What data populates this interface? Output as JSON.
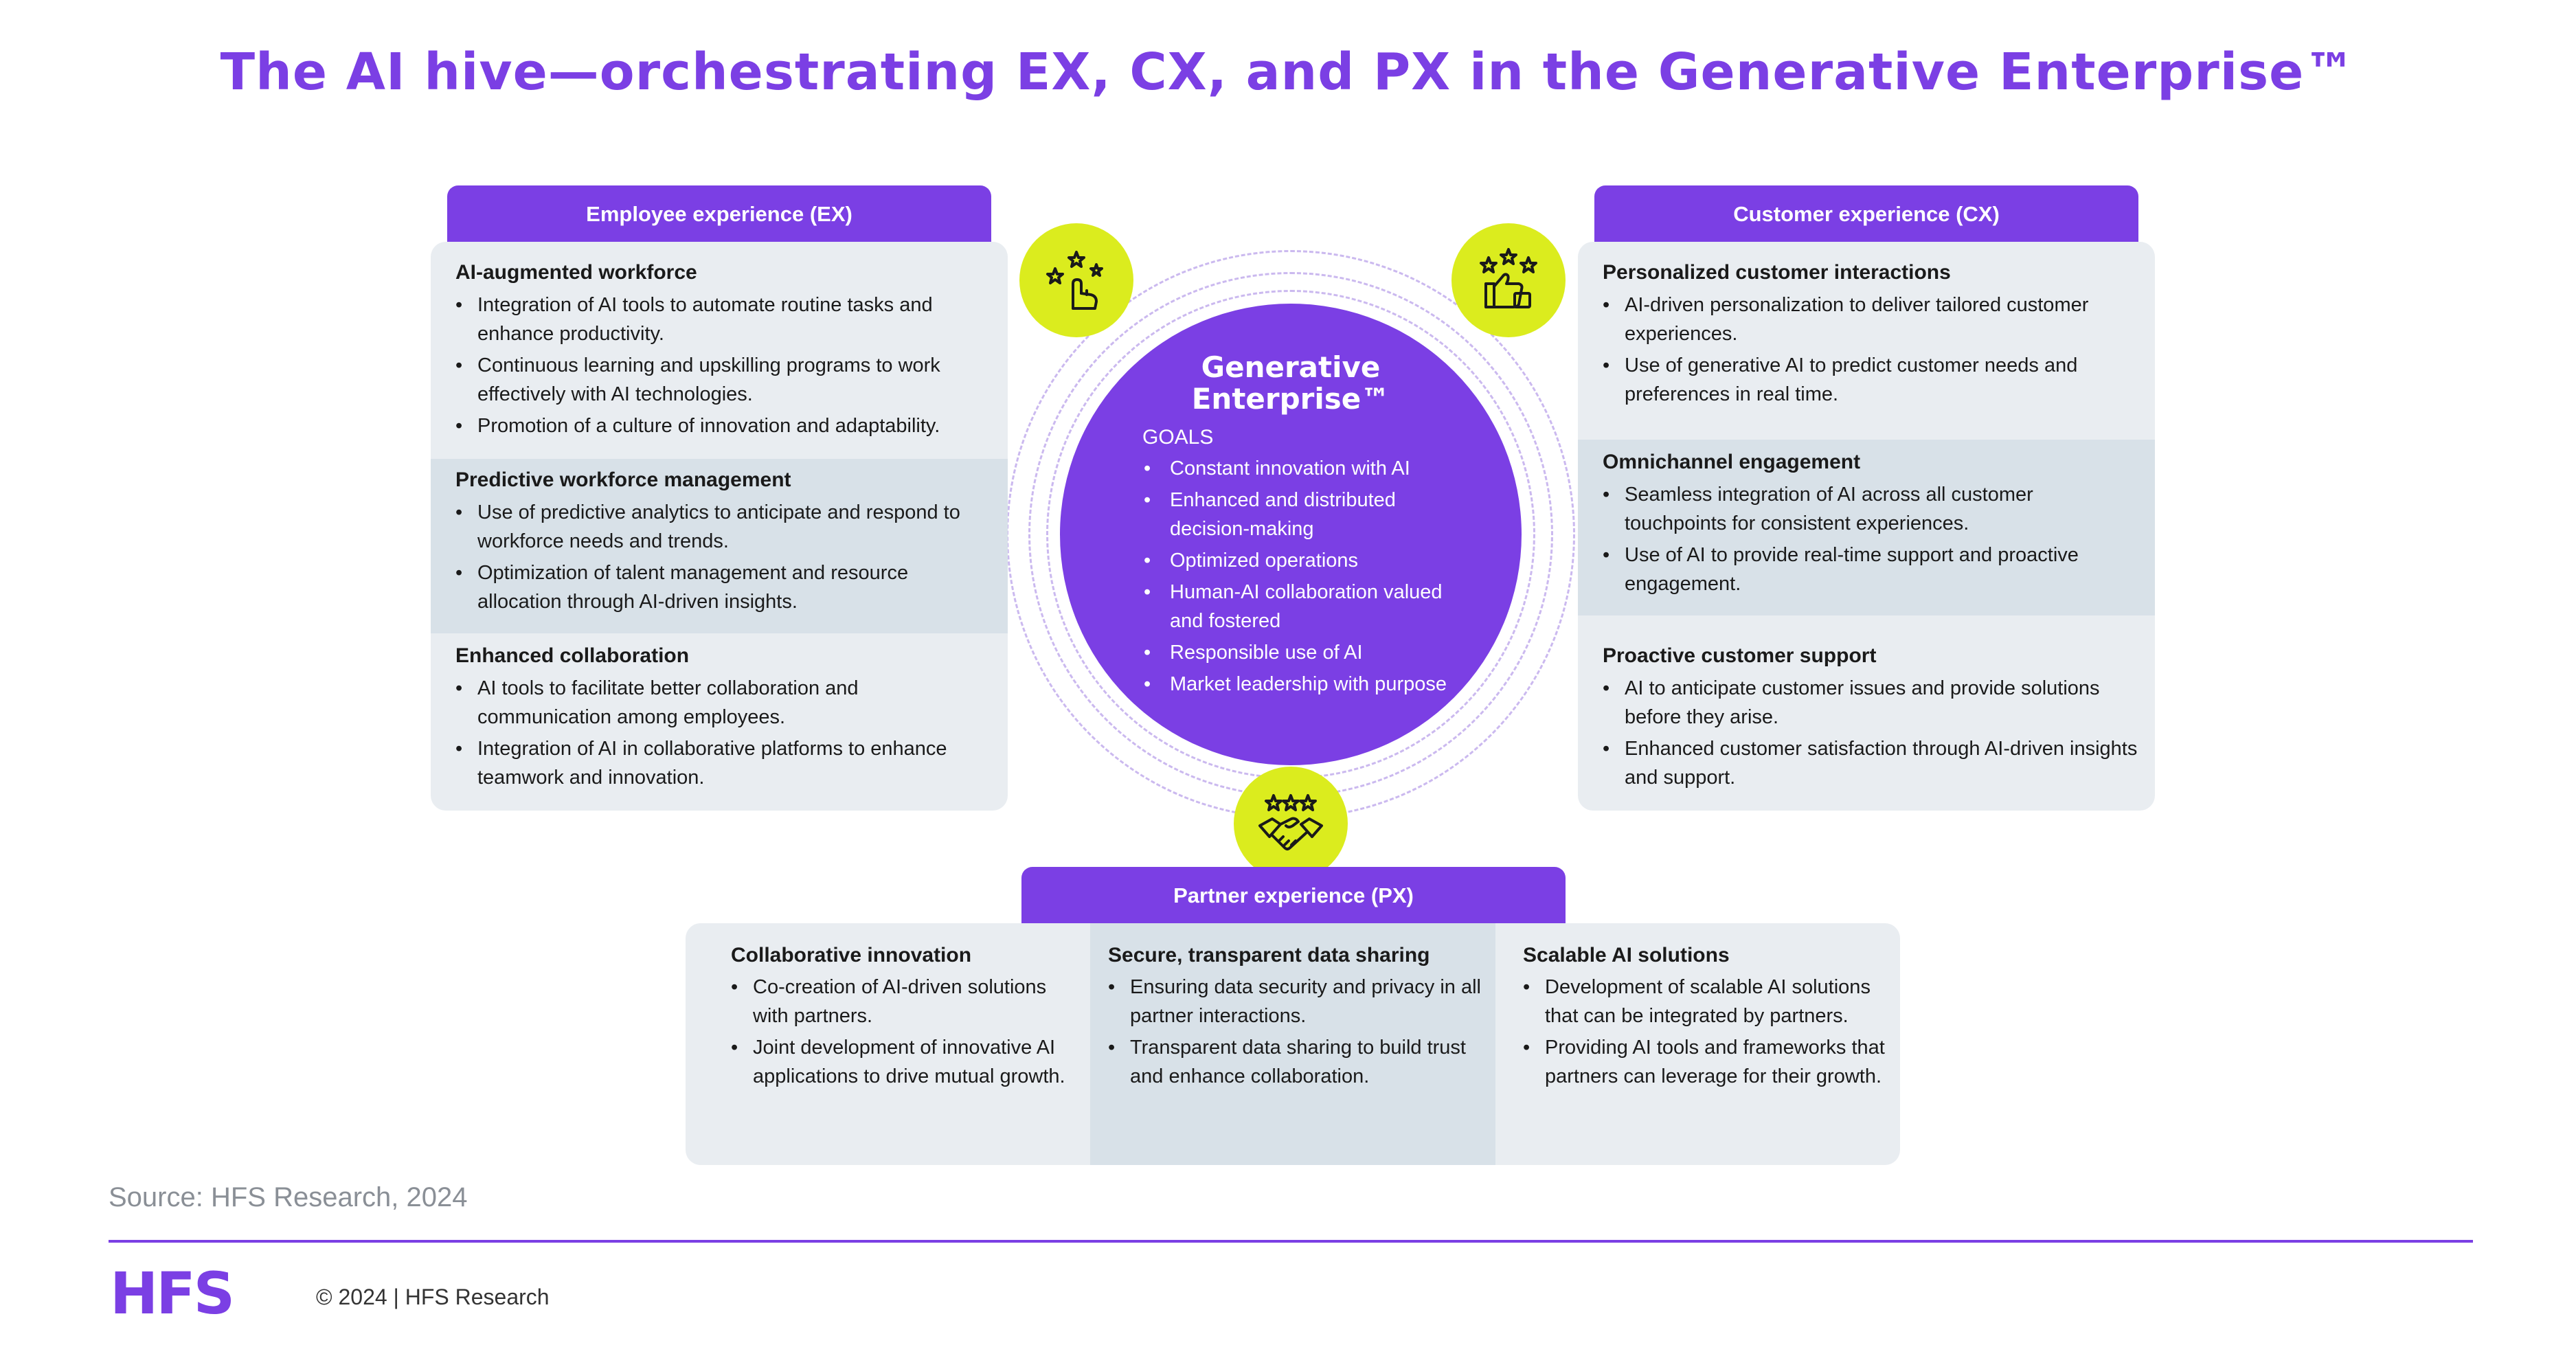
{
  "title": "The AI hive—orchestrating EX, CX, and PX in the Generative Enterprise™",
  "ex": {
    "header": "Employee experience (EX)",
    "sections": [
      {
        "heading": "AI-augmented workforce",
        "bullets": [
          "Integration of AI tools to automate routine tasks and enhance productivity.",
          "Continuous learning and upskilling programs to work effectively with AI technologies.",
          "Promotion of a culture of innovation and adaptability."
        ]
      },
      {
        "heading": "Predictive workforce management",
        "bullets": [
          "Use of predictive analytics to anticipate and respond to workforce needs and trends.",
          "Optimization of talent management and resource allocation through AI-driven insights."
        ]
      },
      {
        "heading": "Enhanced collaboration",
        "bullets": [
          "AI tools to facilitate better collaboration and communication among employees.",
          "Integration of AI in collaborative platforms to enhance teamwork and innovation."
        ]
      }
    ]
  },
  "cx": {
    "header": "Customer experience (CX)",
    "sections": [
      {
        "heading": "Personalized customer interactions",
        "bullets": [
          "AI-driven personalization to deliver tailored customer experiences.",
          "Use of generative AI to predict customer needs and preferences in real time."
        ]
      },
      {
        "heading": "Omnichannel engagement",
        "bullets": [
          "Seamless integration of AI across all customer touchpoints for consistent experiences.",
          "Use of AI to provide real-time support and proactive engagement."
        ]
      },
      {
        "heading": "Proactive customer support",
        "bullets": [
          "AI to anticipate customer issues and provide solutions before they arise.",
          "Enhanced customer satisfaction through AI-driven insights and support."
        ]
      }
    ]
  },
  "px": {
    "header": "Partner experience (PX)",
    "sections": [
      {
        "heading": "Collaborative innovation",
        "bullets": [
          "Co-creation of AI-driven solutions with partners.",
          "Joint development of innovative AI applications to drive mutual growth."
        ]
      },
      {
        "heading": "Secure, transparent data sharing",
        "bullets": [
          "Ensuring data security and privacy in all partner interactions.",
          "Transparent data sharing to build trust and enhance collaboration."
        ]
      },
      {
        "heading": "Scalable AI solutions",
        "bullets": [
          "Development of scalable AI solutions that can be integrated by partners.",
          "Providing AI tools and frameworks that partners can leverage for their growth."
        ]
      }
    ]
  },
  "center": {
    "title_line1": "Generative",
    "title_line2": "Enterprise™",
    "goals_label": "GOALS",
    "goals": [
      "Constant innovation with AI",
      "Enhanced and distributed decision-making",
      "Optimized operations",
      "Human-AI collaboration valued and fostered",
      "Responsible use of AI",
      "Market leadership with purpose"
    ]
  },
  "icons": {
    "ex": "stars-hand-pointer-icon",
    "cx": "stars-thumbs-up-icon",
    "px": "stars-handshake-icon"
  },
  "colors": {
    "accent": "#7b3fe4",
    "badge": "#dbec1e",
    "panel": "#e9edf1",
    "panel_alt": "#d8e1e8"
  },
  "footer": {
    "source": "Source: HFS Research, 2024",
    "logo": "HFS",
    "copyright": "© 2024 | HFS Research"
  }
}
